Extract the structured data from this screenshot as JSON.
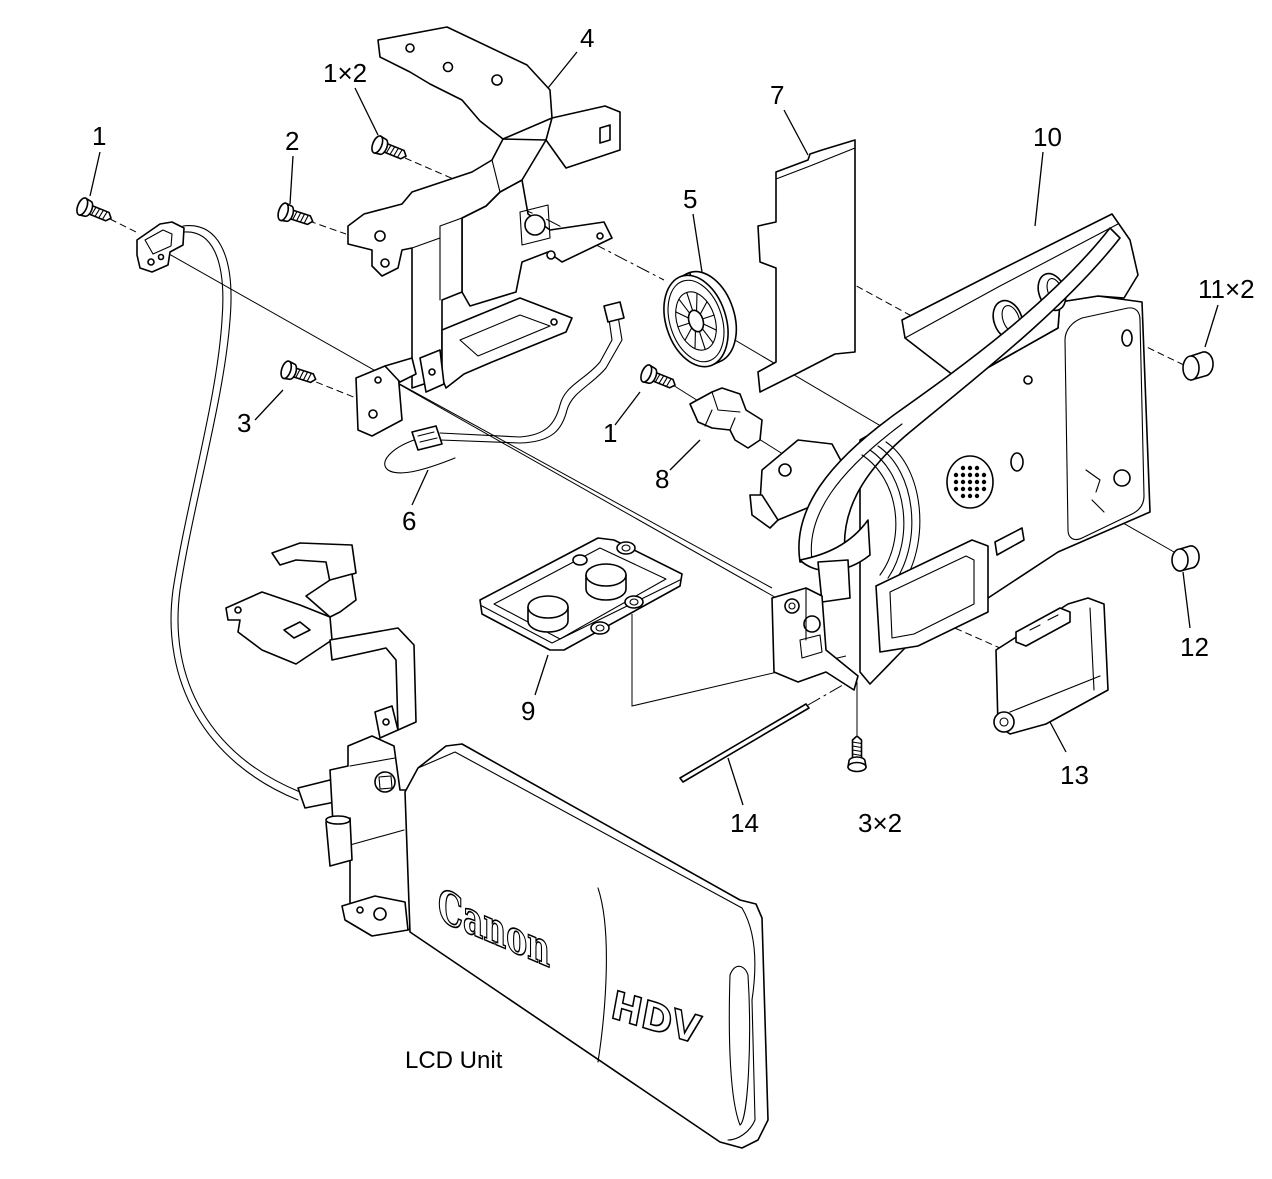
{
  "diagram": {
    "callouts": {
      "screw_1_left": "1",
      "screw_1_x2": "1×2",
      "screw_2": "2",
      "screw_3": "3",
      "bracket_4": "4",
      "speaker_5": "5",
      "cable_6": "6",
      "shield_7": "7",
      "clip_8": "8",
      "button_plate_9": "9",
      "housing_10": "10",
      "cap_11": "11×2",
      "cap_12": "12",
      "cover_13": "13",
      "pin_14": "14",
      "screw_3_x2": "3×2",
      "screw_1_center": "1"
    },
    "unit_label": "LCD Unit",
    "panel_logo": "Canon",
    "panel_badge": "HDV"
  }
}
